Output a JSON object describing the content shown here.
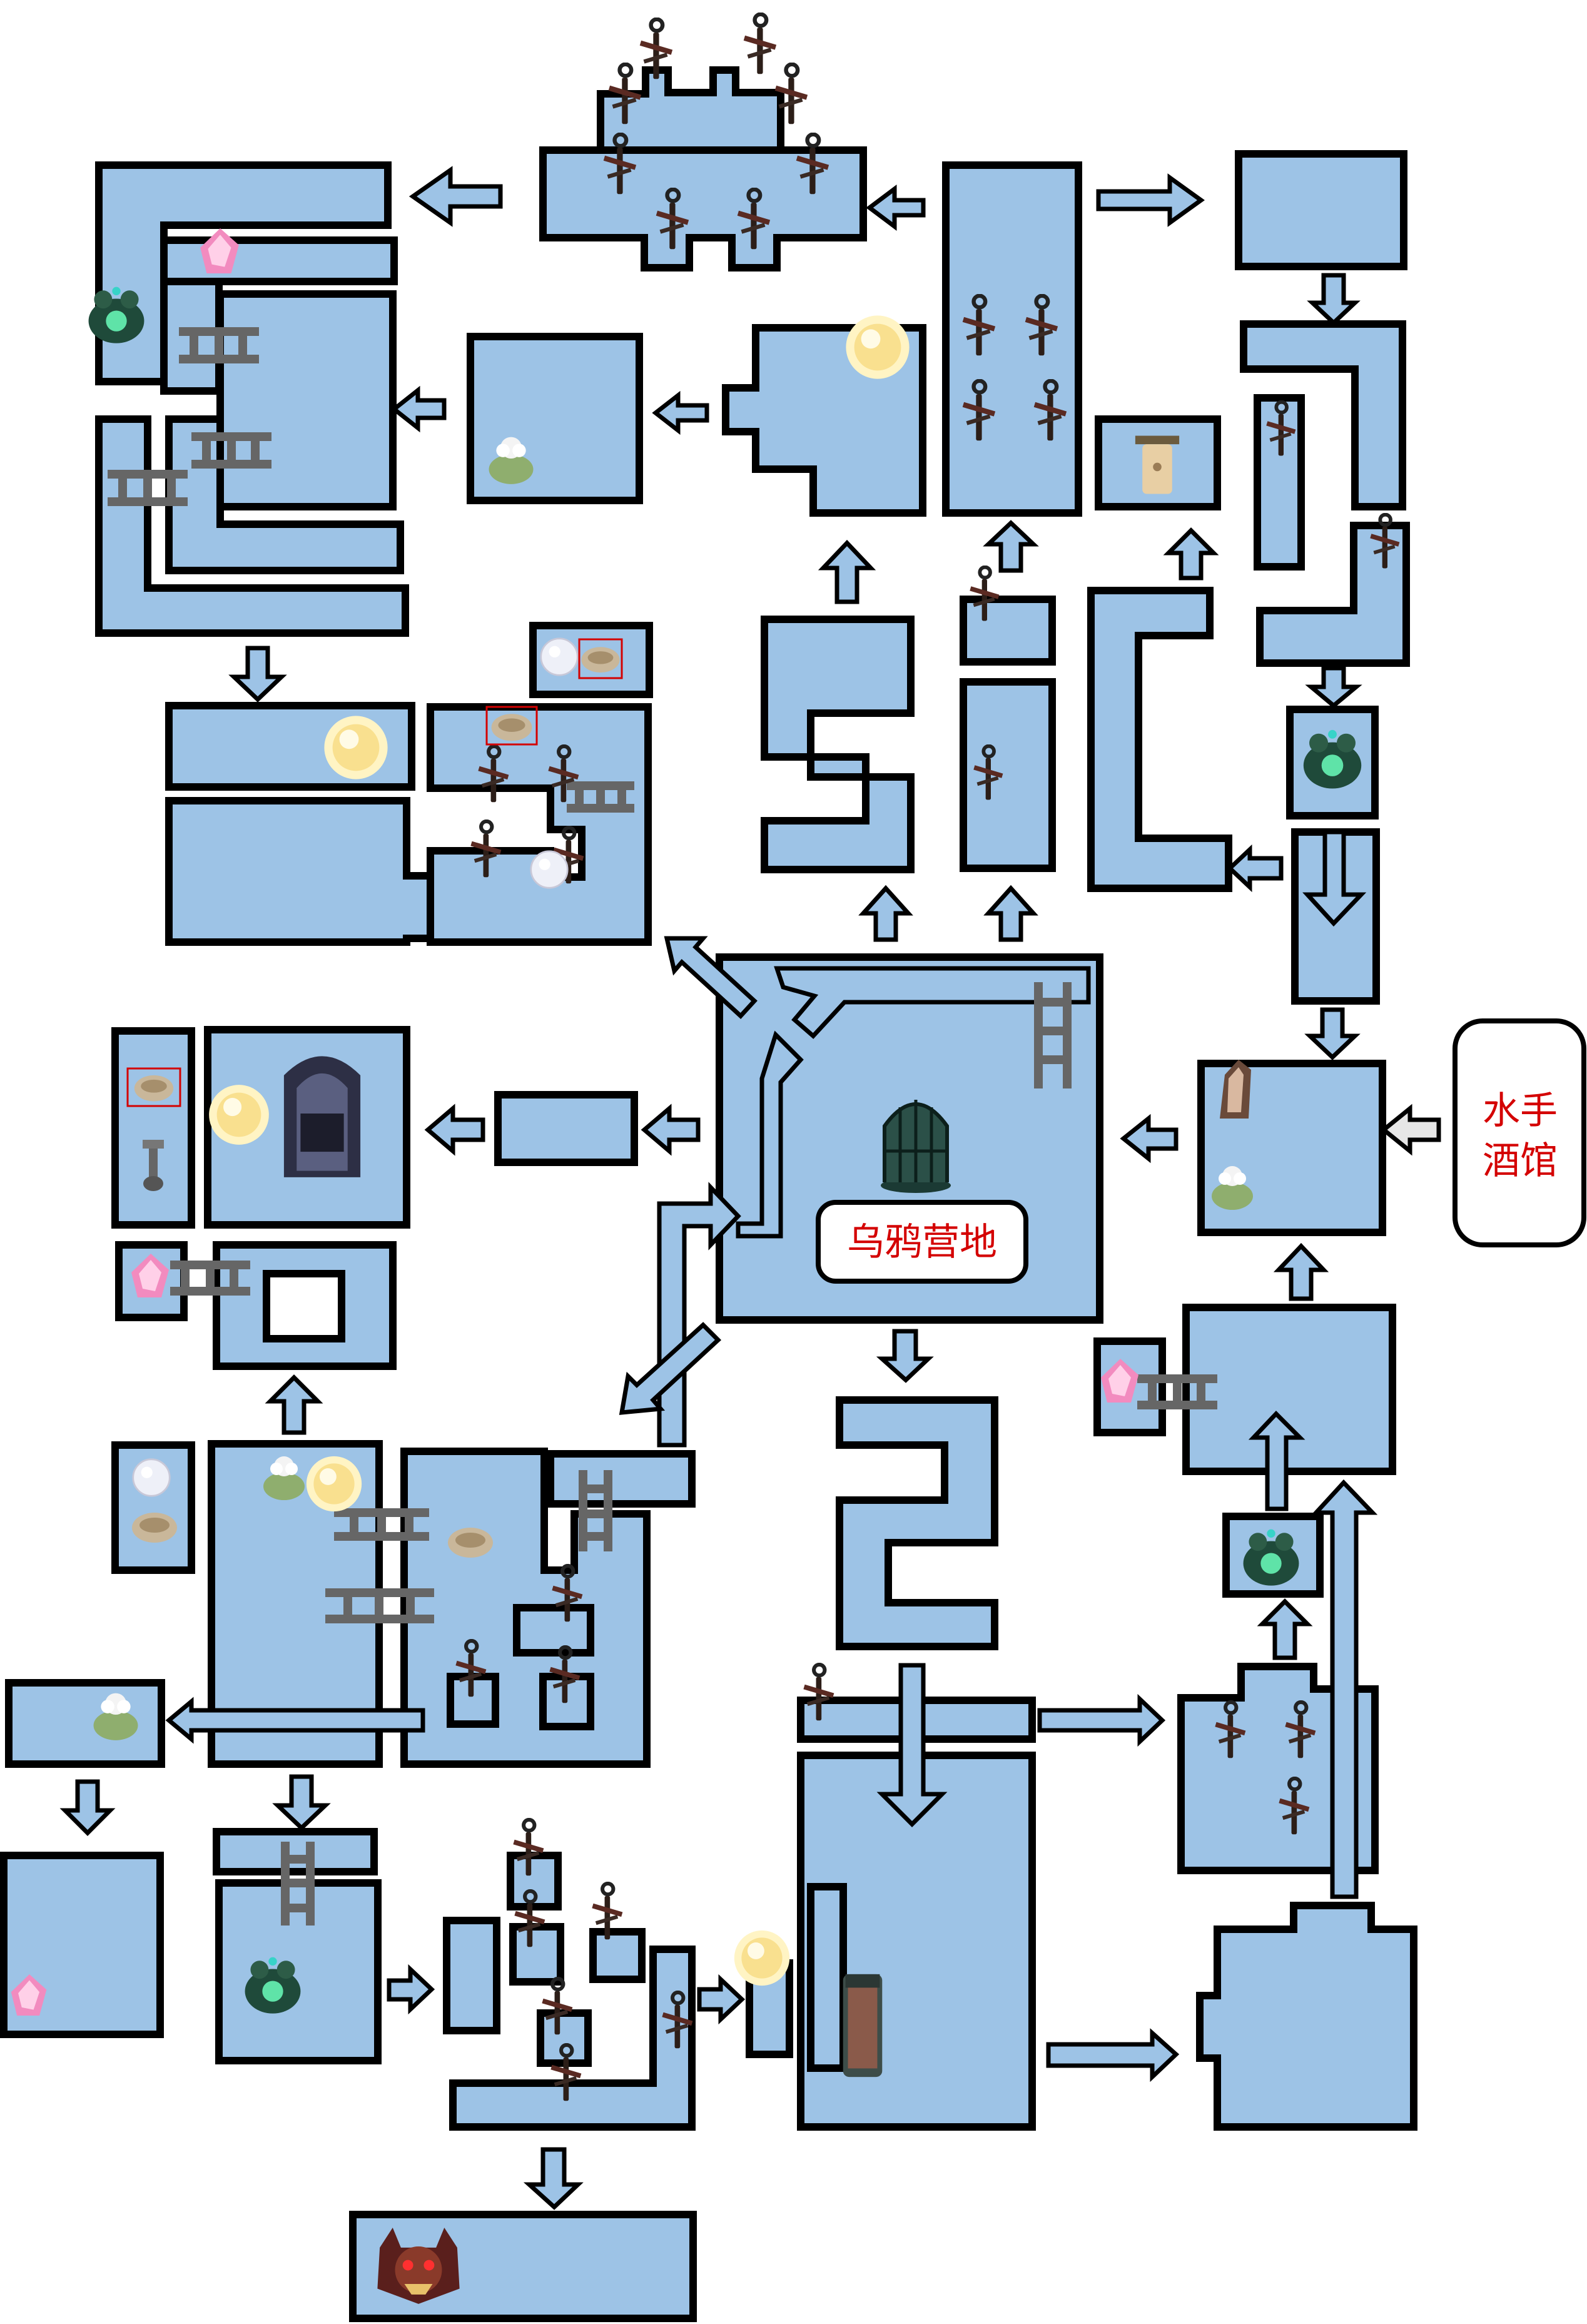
{
  "labels": {
    "camp": "乌鸦营地",
    "tavern_line1": "水手",
    "tavern_line2": "酒馆"
  },
  "colors": {
    "room_fill": "#9dc3e6",
    "outline": "#000000",
    "label_text": "#d40000",
    "ladder": "#666666"
  },
  "icons": {
    "enemy": "scarecrow-enemy-icon",
    "frog": "frog-statue-icon",
    "flower": "flower-pot-icon",
    "pink_crystal": "pink-crystal-icon",
    "light_orb": "glowing-orb-icon",
    "pearl": "pearl-icon",
    "chest": "treasure-chest-icon",
    "cage": "cage-icon",
    "boss": "boss-icon",
    "tomb": "tomb-door-icon",
    "totem": "totem-icon",
    "barrel": "barrel-icon",
    "key": "key-icon",
    "statue": "stone-statue-icon"
  }
}
